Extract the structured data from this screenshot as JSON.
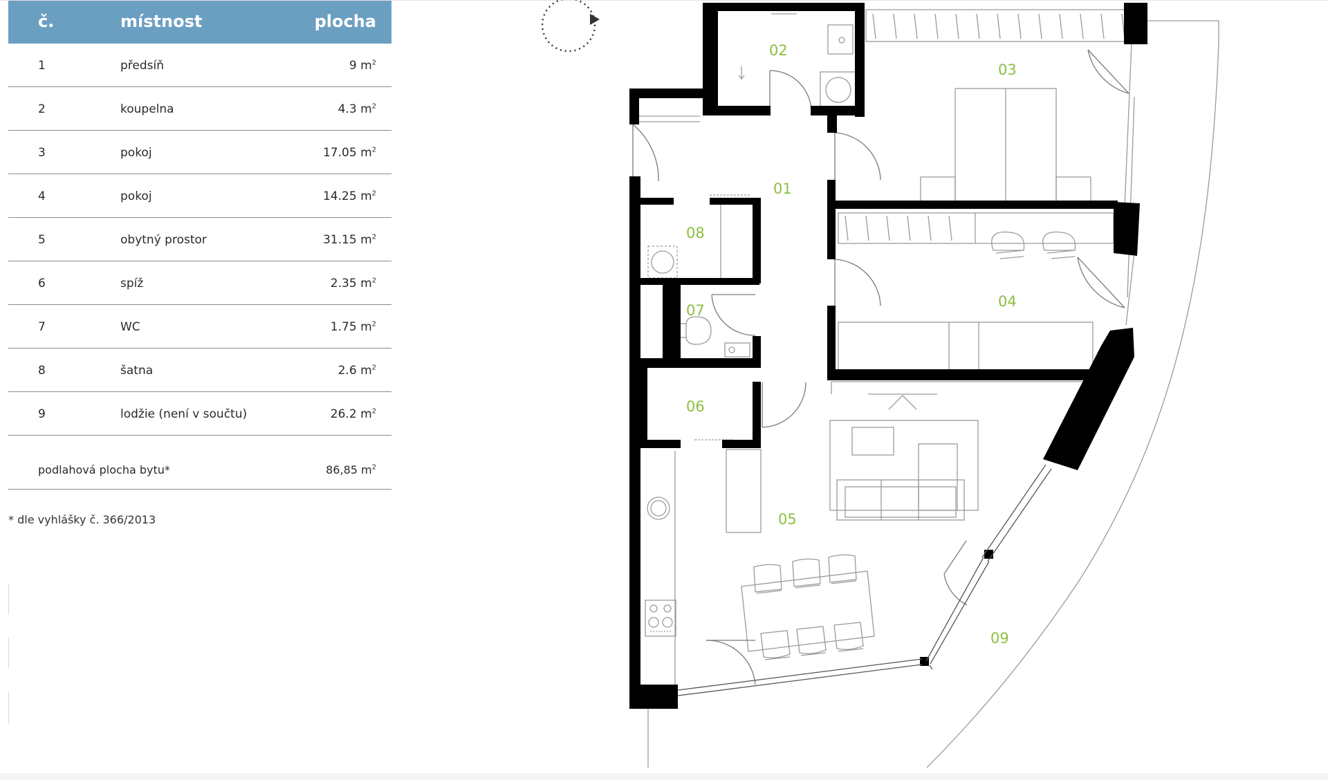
{
  "table": {
    "headers": {
      "number": "č.",
      "room": "místnost",
      "area": "plocha"
    },
    "unit": "m",
    "unit_sup": "2",
    "rows": [
      {
        "number": "1",
        "room": "předsíň",
        "area": "9"
      },
      {
        "number": "2",
        "room": "koupelna",
        "area": "4.3"
      },
      {
        "number": "3",
        "room": "pokoj",
        "area": "17.05"
      },
      {
        "number": "4",
        "room": "pokoj",
        "area": "14.25"
      },
      {
        "number": "5",
        "room": "obytný prostor",
        "area": "31.15"
      },
      {
        "number": "6",
        "room": "spíž",
        "area": "2.35"
      },
      {
        "number": "7",
        "room": "WC",
        "area": "1.75"
      },
      {
        "number": "8",
        "room": "šatna",
        "area": "2.6"
      },
      {
        "number": "9",
        "room": "lodžie (není v součtu)",
        "area": "26.2"
      }
    ],
    "total": {
      "label": "podlahová plocha bytu*",
      "area": "86,85"
    }
  },
  "footnote": "* dle vyhlášky č. 366/2013",
  "plan": {
    "room_labels": [
      "01",
      "02",
      "03",
      "04",
      "05",
      "06",
      "07",
      "08",
      "09"
    ]
  },
  "colors": {
    "header_bg": "#6b9fc2",
    "room_label": "#8cbf3f",
    "walls": "#000000",
    "furniture_lines": "#9a9a9a"
  }
}
